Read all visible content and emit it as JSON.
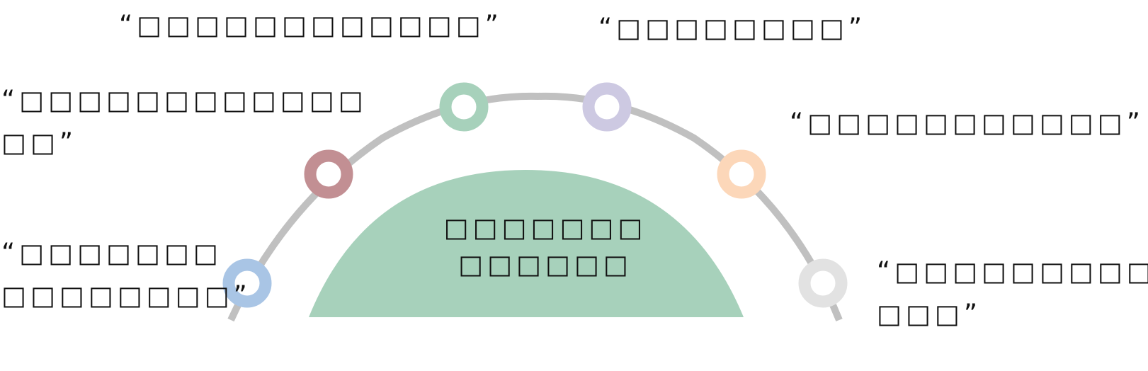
{
  "center": {
    "line1": "□□□□□□□",
    "line2": "□□□□□□",
    "fill_color": "#a7d1bb"
  },
  "arc": {
    "color": "#c0c0c0"
  },
  "nodes": [
    {
      "id": "node-1",
      "color": "#a9c5e5"
    },
    {
      "id": "node-2",
      "color": "#c28f93"
    },
    {
      "id": "node-3",
      "color": "#a7d1bb"
    },
    {
      "id": "node-4",
      "color": "#cdc9e2"
    },
    {
      "id": "node-5",
      "color": "#fcd7b9"
    },
    {
      "id": "node-6",
      "color": "#e2e2e2"
    }
  ],
  "labels": {
    "bottom_left": {
      "line1": "“□□□□□□□",
      "line2": "□□□□□□□□”"
    },
    "mid_left": {
      "line1": "“□□□□□□□□□□□□",
      "line2": "□□”"
    },
    "top_left": {
      "line1": "“□□□□□□□□□□□□”"
    },
    "top_right": {
      "line1": "“□□□□□□□□”"
    },
    "mid_right": {
      "line1": "“□□□□□□□□□□□”"
    },
    "bottom_right": {
      "line1": "“□□□□□□□□□",
      "line2": "□□□”"
    }
  }
}
